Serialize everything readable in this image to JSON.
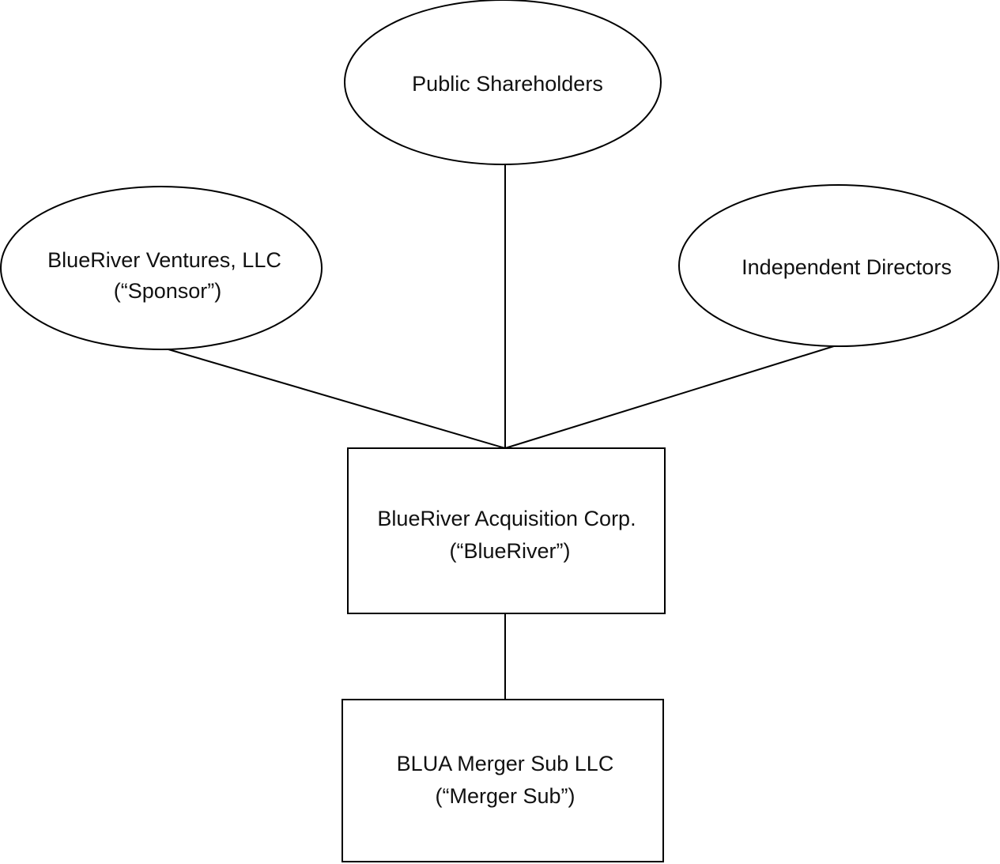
{
  "nodes": {
    "public_shareholders": {
      "line1": "Public Shareholders"
    },
    "sponsor": {
      "line1": "BlueRiver Ventures, LLC",
      "line2": "(“Sponsor”)"
    },
    "independent_directors": {
      "line1": "Independent Directors"
    },
    "blueriver": {
      "line1": "BlueRiver Acquisition Corp.",
      "line2": "(“BlueRiver”)"
    },
    "merger_sub": {
      "line1": "BLUA Merger Sub LLC",
      "line2": "(“Merger Sub”)"
    }
  }
}
